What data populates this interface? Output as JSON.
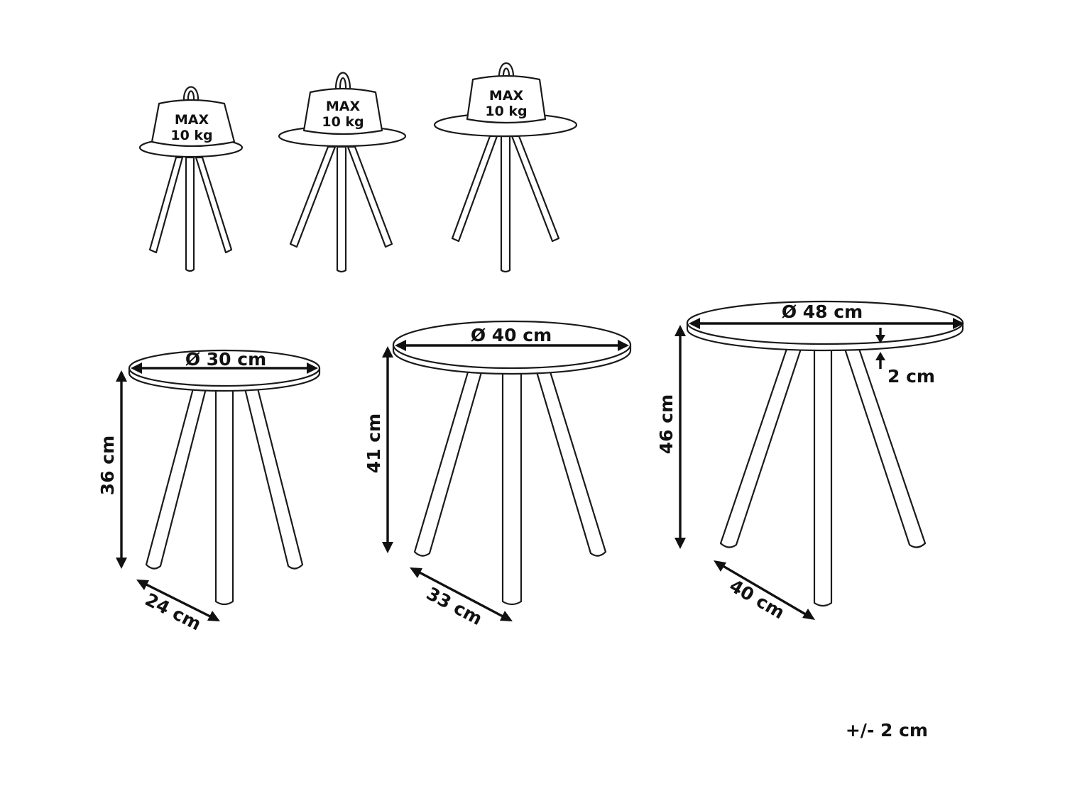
{
  "weights": [
    {
      "line1": "MAX",
      "line2": "10 kg"
    },
    {
      "line1": "MAX",
      "line2": "10 kg"
    },
    {
      "line1": "MAX",
      "line2": "10 kg"
    }
  ],
  "small": {
    "diameter": "Ø 30 cm",
    "height": "36 cm",
    "footprint": "24 cm"
  },
  "medium": {
    "diameter": "Ø 40 cm",
    "height": "41 cm",
    "footprint": "33 cm"
  },
  "large": {
    "diameter": "Ø 48 cm",
    "height": "46 cm",
    "footprint": "40 cm",
    "thickness": "2 cm"
  },
  "tolerance": "+/- 2 cm"
}
